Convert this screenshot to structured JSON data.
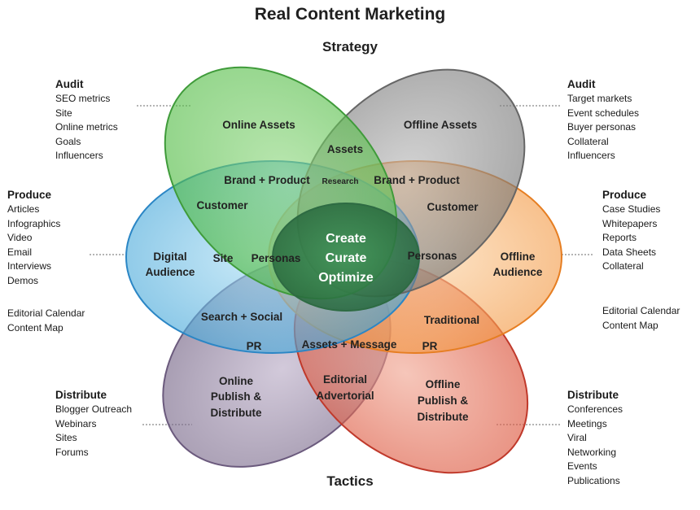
{
  "title": "Real Content Marketing",
  "top_axis": "Strategy",
  "bottom_axis": "Tactics",
  "left": {
    "audit": {
      "heading": "Audit",
      "items": [
        "SEO metrics",
        "Site",
        "Online metrics",
        "Goals",
        "Influencers"
      ]
    },
    "produce": {
      "heading": "Produce",
      "items": [
        "Articles",
        "Infographics",
        "Video",
        "Email",
        "Interviews",
        "Demos"
      ]
    },
    "calendar": [
      "Editorial Calendar",
      "Content Map"
    ],
    "distribute": {
      "heading": "Distribute",
      "items": [
        "Blogger Outreach",
        "Webinars",
        "Sites",
        "Forums"
      ]
    }
  },
  "right": {
    "audit": {
      "heading": "Audit",
      "items": [
        "Target markets",
        "Event schedules",
        "Buyer personas",
        "Collateral",
        "Influencers"
      ]
    },
    "produce": {
      "heading": "Produce",
      "items": [
        "Case Studies",
        "Whitepapers",
        "Reports",
        "Data Sheets",
        "Collateral"
      ]
    },
    "calendar": [
      "Editorial Calendar",
      "Content Map"
    ],
    "distribute": {
      "heading": "Distribute",
      "items": [
        "Conferences",
        "Meetings",
        "Viral",
        "Networking",
        "Events",
        "Publications"
      ]
    }
  },
  "colors": {
    "online_assets": "#49b83c",
    "offline_assets": "#6f6f6f",
    "digital_audience": "#2f9bd3",
    "offline_audience": "#f18a2c",
    "online_publish": "#6b5a7d",
    "offline_publish": "#d8452b",
    "center": "#2f7a48"
  },
  "labels": {
    "online_assets": "Online Assets",
    "offline_assets": "Offline  Assets",
    "assets": "Assets",
    "brand_product_left": "Brand + Product",
    "research": "Research",
    "brand_product_right": "Brand + Product",
    "customer_left": "Customer",
    "customer_right": "Customer",
    "digital_audience": [
      "Digital",
      "Audience"
    ],
    "site": "Site",
    "personas_left": "Personas",
    "center": [
      "Create",
      "Curate",
      "Optimize"
    ],
    "personas_right": "Personas",
    "offline_audience": [
      "Offline",
      "Audience"
    ],
    "search_social": "Search + Social",
    "traditional": "Traditional",
    "pr_left": "PR",
    "assets_message": "Assets + Message",
    "pr_right": "PR",
    "online_publish": [
      "Online",
      "Publish &",
      "Distribute"
    ],
    "editorial": [
      "Editorial",
      "Advertorial"
    ],
    "offline_publish": [
      "Offline",
      "Publish &",
      "Distribute"
    ]
  }
}
